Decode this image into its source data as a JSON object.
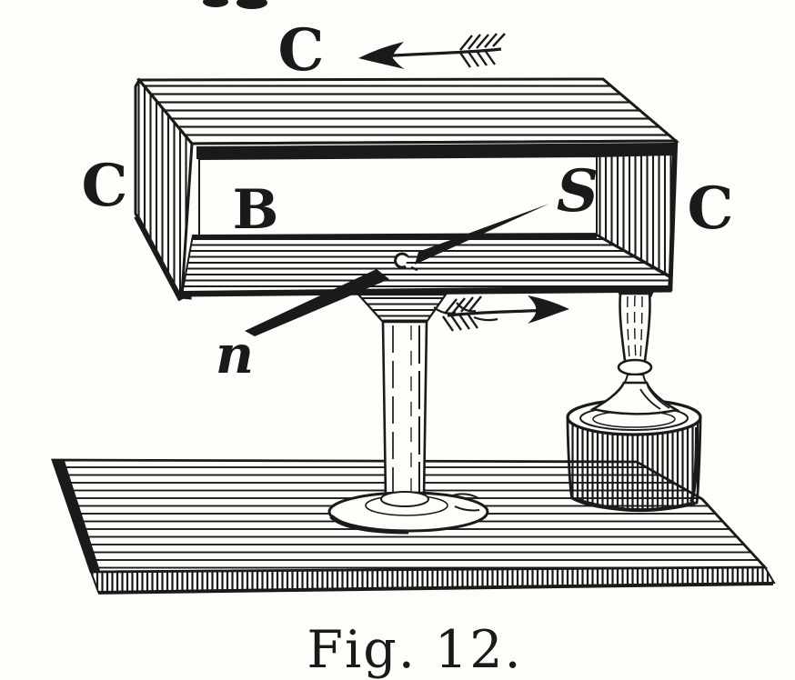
{
  "figure": {
    "type": "engraving",
    "caption": "Fig. 12.",
    "labels": {
      "wire_top": "C",
      "wire_left": "C",
      "wire_right": "C",
      "frame": "B",
      "needle_south_pole": "S",
      "needle_north_pole": "n"
    },
    "arrows": {
      "top": {
        "name": "current-arrow-left-icon",
        "direction": "left"
      },
      "bottom": {
        "name": "current-arrow-right-icon",
        "direction": "right"
      }
    },
    "colors": {
      "ink": "#1a1a1a",
      "paper": "#fdfdfa"
    }
  }
}
